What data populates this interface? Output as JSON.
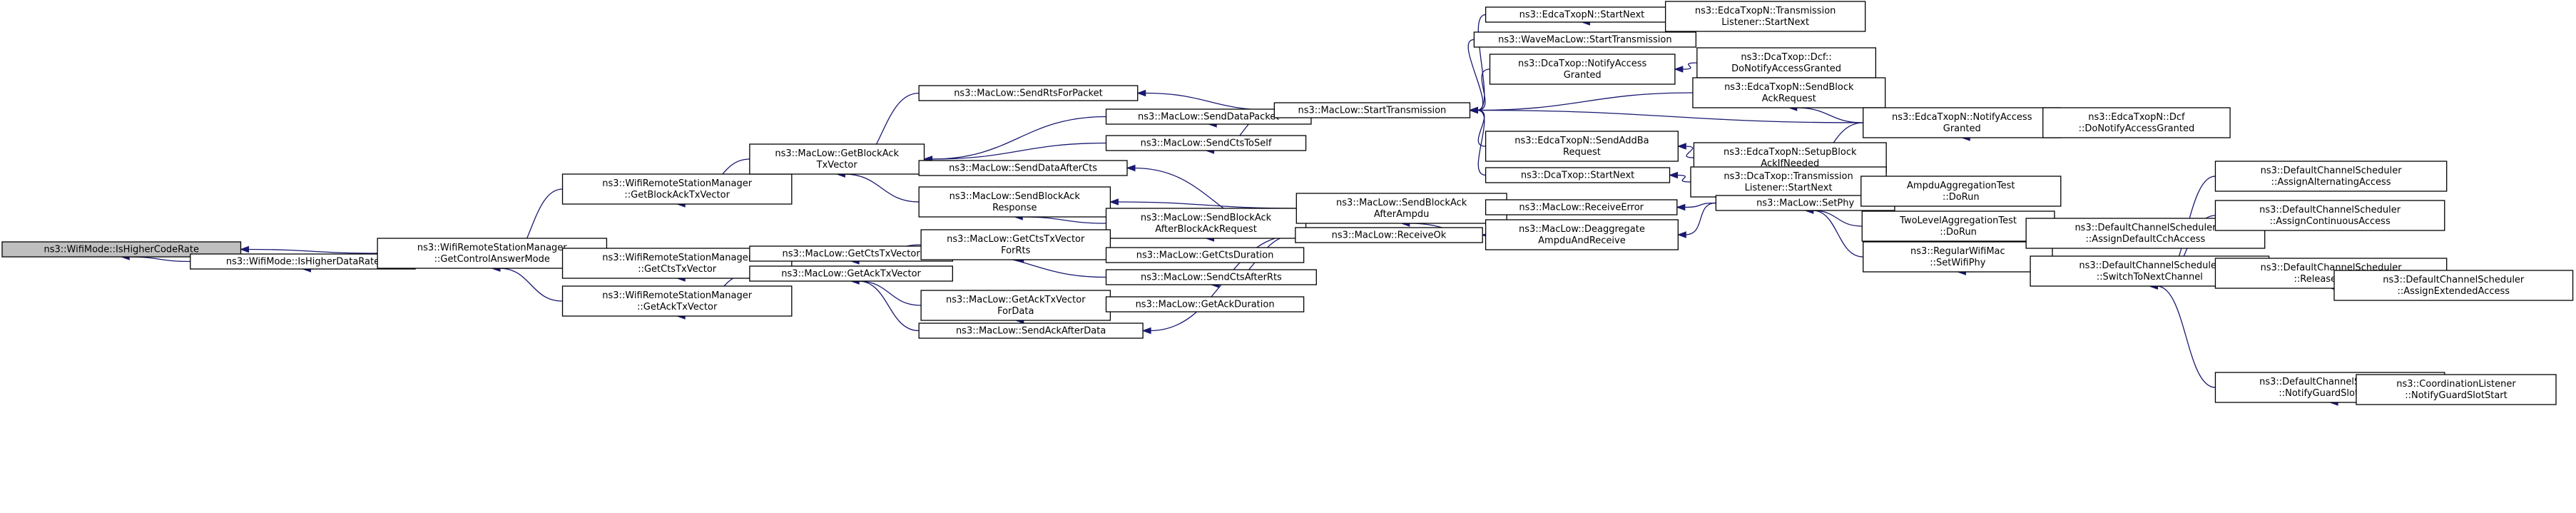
{
  "graph": {
    "root": "IsHigherCodeRate",
    "nodes": [
      {
        "id": "IsHigherCodeRate",
        "lines": [
          "ns3::WifiMode::IsHigherCodeRate"
        ],
        "root": true
      },
      {
        "id": "IsHigherDataRate",
        "lines": [
          "ns3::WifiMode::IsHigherDataRate"
        ]
      },
      {
        "id": "GetControlAnswerMode",
        "lines": [
          "ns3::WifiRemoteStationManager",
          "::GetControlAnswerMode"
        ]
      },
      {
        "id": "GetBlockAckTxVector",
        "lines": [
          "ns3::WifiRemoteStationManager",
          "::GetBlockAckTxVector"
        ]
      },
      {
        "id": "RSM_GetCtsTxVector",
        "lines": [
          "ns3::WifiRemoteStationManager",
          "::GetCtsTxVector"
        ]
      },
      {
        "id": "RSM_GetAckTxVector",
        "lines": [
          "ns3::WifiRemoteStationManager",
          "::GetAckTxVector"
        ]
      },
      {
        "id": "ML_GetBlockAckTxVector",
        "lines": [
          "ns3::MacLow::GetBlockAck",
          "TxVector"
        ]
      },
      {
        "id": "ML_GetCtsTxVector",
        "lines": [
          "ns3::MacLow::GetCtsTxVector"
        ]
      },
      {
        "id": "ML_GetAckTxVector",
        "lines": [
          "ns3::MacLow::GetAckTxVector"
        ]
      },
      {
        "id": "SendRtsForPacket",
        "lines": [
          "ns3::MacLow::SendRtsForPacket"
        ]
      },
      {
        "id": "SendDataPacket",
        "lines": [
          "ns3::MacLow::SendDataPacket"
        ]
      },
      {
        "id": "SendCtsToSelf",
        "lines": [
          "ns3::MacLow::SendCtsToSelf"
        ]
      },
      {
        "id": "SendDataAfterCts",
        "lines": [
          "ns3::MacLow::SendDataAfterCts"
        ]
      },
      {
        "id": "SendBlockAckResponse",
        "lines": [
          "ns3::MacLow::SendBlockAck",
          "Response"
        ]
      },
      {
        "id": "SendBlockAckAfterBlockAckRequest",
        "lines": [
          "ns3::MacLow::SendBlockAck",
          "AfterBlockAckRequest"
        ]
      },
      {
        "id": "GetCtsTxVectorForRts",
        "lines": [
          "ns3::MacLow::GetCtsTxVector",
          "ForRts"
        ]
      },
      {
        "id": "GetCtsDuration",
        "lines": [
          "ns3::MacLow::GetCtsDuration"
        ]
      },
      {
        "id": "SendCtsAfterRts",
        "lines": [
          "ns3::MacLow::SendCtsAfterRts"
        ]
      },
      {
        "id": "GetAckTxVectorForData",
        "lines": [
          "ns3::MacLow::GetAckTxVector",
          "ForData"
        ]
      },
      {
        "id": "GetAckDuration",
        "lines": [
          "ns3::MacLow::GetAckDuration"
        ]
      },
      {
        "id": "SendAckAfterData",
        "lines": [
          "ns3::MacLow::SendAckAfterData"
        ]
      },
      {
        "id": "StartTransmission",
        "lines": [
          "ns3::MacLow::StartTransmission"
        ]
      },
      {
        "id": "SendBlockAckAfterAmpdu",
        "lines": [
          "ns3::MacLow::SendBlockAck",
          "AfterAmpdu"
        ]
      },
      {
        "id": "ReceiveOk",
        "lines": [
          "ns3::MacLow::ReceiveOk"
        ]
      },
      {
        "id": "EdcaStartNext",
        "lines": [
          "ns3::EdcaTxopN::StartNext"
        ]
      },
      {
        "id": "WaveStartTransmission",
        "lines": [
          "ns3::WaveMacLow::StartTransmission"
        ]
      },
      {
        "id": "DcaNotifyAccessGranted",
        "lines": [
          "ns3::DcaTxop::NotifyAccess",
          "Granted"
        ]
      },
      {
        "id": "SendAddBaRequest",
        "lines": [
          "ns3::EdcaTxopN::SendAddBa",
          "Request"
        ]
      },
      {
        "id": "DcaStartNext",
        "lines": [
          "ns3::DcaTxop::StartNext"
        ]
      },
      {
        "id": "ReceiveError",
        "lines": [
          "ns3::MacLow::ReceiveError"
        ]
      },
      {
        "id": "DeaggregateAmpduAndReceive",
        "lines": [
          "ns3::MacLow::Deaggregate",
          "AmpduAndReceive"
        ]
      },
      {
        "id": "EdcaTransmissionListenerStartNext",
        "lines": [
          "ns3::EdcaTxopN::Transmission",
          "Listener::StartNext"
        ]
      },
      {
        "id": "DcfDoNotifyAccessGranted",
        "lines": [
          "ns3::DcaTxop::Dcf::",
          "DoNotifyAccessGranted"
        ]
      },
      {
        "id": "SendBlockAckRequest",
        "lines": [
          "ns3::EdcaTxopN::SendBlock",
          "AckRequest"
        ]
      },
      {
        "id": "EdcaNotifyAccessGranted",
        "lines": [
          "ns3::EdcaTxopN::NotifyAccess",
          "Granted"
        ]
      },
      {
        "id": "SetupBlockAckIfNeeded",
        "lines": [
          "ns3::EdcaTxopN::SetupBlock",
          "AckIfNeeded"
        ]
      },
      {
        "id": "DcaTransmissionListenerStartNext",
        "lines": [
          "ns3::DcaTxop::Transmission",
          "Listener::StartNext"
        ]
      },
      {
        "id": "SetPhy",
        "lines": [
          "ns3::MacLow::SetPhy"
        ]
      },
      {
        "id": "EdcaDcfDoNotifyAccessGranted",
        "lines": [
          "ns3::EdcaTxopN::Dcf",
          "::DoNotifyAccessGranted"
        ]
      },
      {
        "id": "AmpduAggregationTestDoRun",
        "lines": [
          "AmpduAggregationTest",
          "::DoRun"
        ]
      },
      {
        "id": "TwoLevelAggregationTestDoRun",
        "lines": [
          "TwoLevelAggregationTest",
          "::DoRun"
        ]
      },
      {
        "id": "RegularWifiMacSetWifiPhy",
        "lines": [
          "ns3::RegularWifiMac",
          "::SetWifiPhy"
        ]
      },
      {
        "id": "AssignDefaultCchAccess",
        "lines": [
          "ns3::DefaultChannelScheduler",
          "::AssignDefaultCchAccess"
        ]
      },
      {
        "id": "SwitchToNextChannel",
        "lines": [
          "ns3::DefaultChannelScheduler",
          "::SwitchToNextChannel"
        ]
      },
      {
        "id": "AssignAlternatingAccess",
        "lines": [
          "ns3::DefaultChannelScheduler",
          "::AssignAlternatingAccess"
        ]
      },
      {
        "id": "AssignContinuousAccess",
        "lines": [
          "ns3::DefaultChannelScheduler",
          "::AssignContinuousAccess"
        ]
      },
      {
        "id": "ReleaseAccess",
        "lines": [
          "ns3::DefaultChannelScheduler",
          "::ReleaseAccess"
        ]
      },
      {
        "id": "NotifyGuardSlotStartScheduler",
        "lines": [
          "ns3::DefaultChannelScheduler",
          "::NotifyGuardSlotStart"
        ]
      },
      {
        "id": "AssignExtendedAccess",
        "lines": [
          "ns3::DefaultChannelScheduler",
          "::AssignExtendedAccess"
        ]
      },
      {
        "id": "CoordinationListenerNotifyGuardSlotStart",
        "lines": [
          "ns3::CoordinationListener",
          "::NotifyGuardSlotStart"
        ]
      }
    ],
    "edges": [
      {
        "from": "IsHigherDataRate",
        "to": "IsHigherCodeRate"
      },
      {
        "from": "GetControlAnswerMode",
        "to": "IsHigherCodeRate"
      },
      {
        "from": "GetControlAnswerMode",
        "to": "IsHigherDataRate"
      },
      {
        "from": "GetBlockAckTxVector",
        "to": "GetControlAnswerMode"
      },
      {
        "from": "RSM_GetCtsTxVector",
        "to": "GetControlAnswerMode"
      },
      {
        "from": "RSM_GetAckTxVector",
        "to": "GetControlAnswerMode"
      },
      {
        "from": "ML_GetBlockAckTxVector",
        "to": "GetBlockAckTxVector"
      },
      {
        "from": "ML_GetCtsTxVector",
        "to": "RSM_GetCtsTxVector"
      },
      {
        "from": "ML_GetAckTxVector",
        "to": "RSM_GetAckTxVector"
      },
      {
        "from": "SendRtsForPacket",
        "to": "ML_GetBlockAckTxVector"
      },
      {
        "from": "SendDataPacket",
        "to": "ML_GetBlockAckTxVector"
      },
      {
        "from": "SendCtsToSelf",
        "to": "ML_GetBlockAckTxVector"
      },
      {
        "from": "SendDataAfterCts",
        "to": "ML_GetBlockAckTxVector"
      },
      {
        "from": "SendBlockAckResponse",
        "to": "ML_GetBlockAckTxVector"
      },
      {
        "from": "GetCtsTxVectorForRts",
        "to": "ML_GetCtsTxVector"
      },
      {
        "from": "SendCtsAfterRts",
        "to": "ML_GetCtsTxVector"
      },
      {
        "from": "GetAckTxVectorForData",
        "to": "ML_GetAckTxVector"
      },
      {
        "from": "SendAckAfterData",
        "to": "ML_GetAckTxVector"
      },
      {
        "from": "StartTransmission",
        "to": "SendRtsForPacket"
      },
      {
        "from": "StartTransmission",
        "to": "SendDataPacket"
      },
      {
        "from": "StartTransmission",
        "to": "SendCtsToSelf"
      },
      {
        "from": "ReceiveOk",
        "to": "SendDataAfterCts"
      },
      {
        "from": "SendBlockAckAfterAmpdu",
        "to": "SendBlockAckResponse"
      },
      {
        "from": "SendBlockAckAfterBlockAckRequest",
        "to": "SendBlockAckResponse"
      },
      {
        "from": "ReceiveOk",
        "to": "SendBlockAckAfterBlockAckRequest"
      },
      {
        "from": "GetCtsDuration",
        "to": "GetCtsTxVectorForRts"
      },
      {
        "from": "ReceiveOk",
        "to": "SendCtsAfterRts"
      },
      {
        "from": "GetAckDuration",
        "to": "GetAckTxVectorForData"
      },
      {
        "from": "ReceiveOk",
        "to": "SendAckAfterData"
      },
      {
        "from": "EdcaStartNext",
        "to": "StartTransmission"
      },
      {
        "from": "WaveStartTransmission",
        "to": "StartTransmission"
      },
      {
        "from": "DcaNotifyAccessGranted",
        "to": "StartTransmission"
      },
      {
        "from": "SendBlockAckRequest",
        "to": "StartTransmission"
      },
      {
        "from": "EdcaNotifyAccessGranted",
        "to": "StartTransmission"
      },
      {
        "from": "SendAddBaRequest",
        "to": "StartTransmission"
      },
      {
        "from": "DcaStartNext",
        "to": "StartTransmission"
      },
      {
        "from": "ReceiveError",
        "to": "SendBlockAckAfterAmpdu"
      },
      {
        "from": "DeaggregateAmpduAndReceive",
        "to": "SendBlockAckAfterAmpdu"
      },
      {
        "from": "DeaggregateAmpduAndReceive",
        "to": "ReceiveOk"
      },
      {
        "from": "EdcaTransmissionListenerStartNext",
        "to": "EdcaStartNext"
      },
      {
        "from": "DcfDoNotifyAccessGranted",
        "to": "DcaNotifyAccessGranted"
      },
      {
        "from": "EdcaNotifyAccessGranted",
        "to": "SendBlockAckRequest"
      },
      {
        "from": "SetupBlockAckIfNeeded",
        "to": "SendAddBaRequest"
      },
      {
        "from": "EdcaNotifyAccessGranted",
        "to": "SetupBlockAckIfNeeded"
      },
      {
        "from": "DcaTransmissionListenerStartNext",
        "to": "DcaStartNext"
      },
      {
        "from": "SetPhy",
        "to": "ReceiveError"
      },
      {
        "from": "SetPhy",
        "to": "DeaggregateAmpduAndReceive"
      },
      {
        "from": "EdcaDcfDoNotifyAccessGranted",
        "to": "EdcaNotifyAccessGranted"
      },
      {
        "from": "AmpduAggregationTestDoRun",
        "to": "SetPhy"
      },
      {
        "from": "TwoLevelAggregationTestDoRun",
        "to": "SetPhy"
      },
      {
        "from": "RegularWifiMacSetWifiPhy",
        "to": "SetPhy"
      },
      {
        "from": "AssignDefaultCchAccess",
        "to": "RegularWifiMacSetWifiPhy"
      },
      {
        "from": "SwitchToNextChannel",
        "to": "RegularWifiMacSetWifiPhy"
      },
      {
        "from": "AssignAlternatingAccess",
        "to": "SwitchToNextChannel"
      },
      {
        "from": "AssignContinuousAccess",
        "to": "SwitchToNextChannel"
      },
      {
        "from": "ReleaseAccess",
        "to": "SwitchToNextChannel"
      },
      {
        "from": "AssignExtendedAccess",
        "to": "SwitchToNextChannel"
      },
      {
        "from": "NotifyGuardSlotStartScheduler",
        "to": "SwitchToNextChannel"
      },
      {
        "from": "AssignExtendedAccess",
        "to": "ReleaseAccess"
      },
      {
        "from": "CoordinationListenerNotifyGuardSlotStart",
        "to": "NotifyGuardSlotStartScheduler"
      }
    ]
  }
}
